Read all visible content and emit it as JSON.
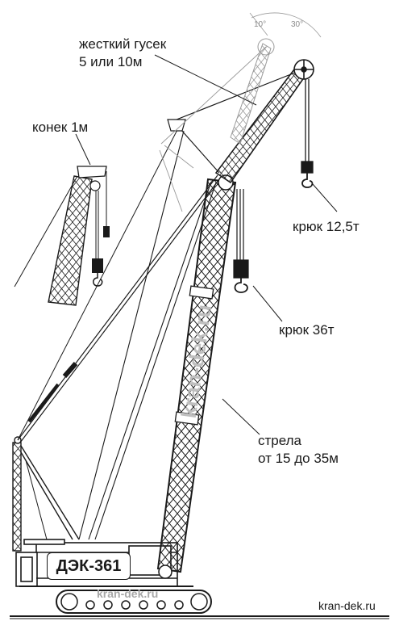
{
  "labels": {
    "jib_rigid_line1": "жесткий гусек",
    "jib_rigid_line2": "5 или 10м",
    "ridge": "конек 1м",
    "hook_small": "крюк 12,5т",
    "hook_big": "крюк 36т",
    "boom_line1": "стрела",
    "boom_line2": "от 15 до 35м"
  },
  "angles": {
    "a1": "10°",
    "a2": "30°"
  },
  "model_plate": "ДЭК-361",
  "watermarks": {
    "boom": "kran-dek.ru",
    "body": "kran-dek.ru",
    "corner": "kran-dek.ru"
  },
  "colors": {
    "line": "#1a1a1a",
    "ghost": "#9a9a9a",
    "watermark": "#bfbfbf",
    "background": "#ffffff"
  }
}
